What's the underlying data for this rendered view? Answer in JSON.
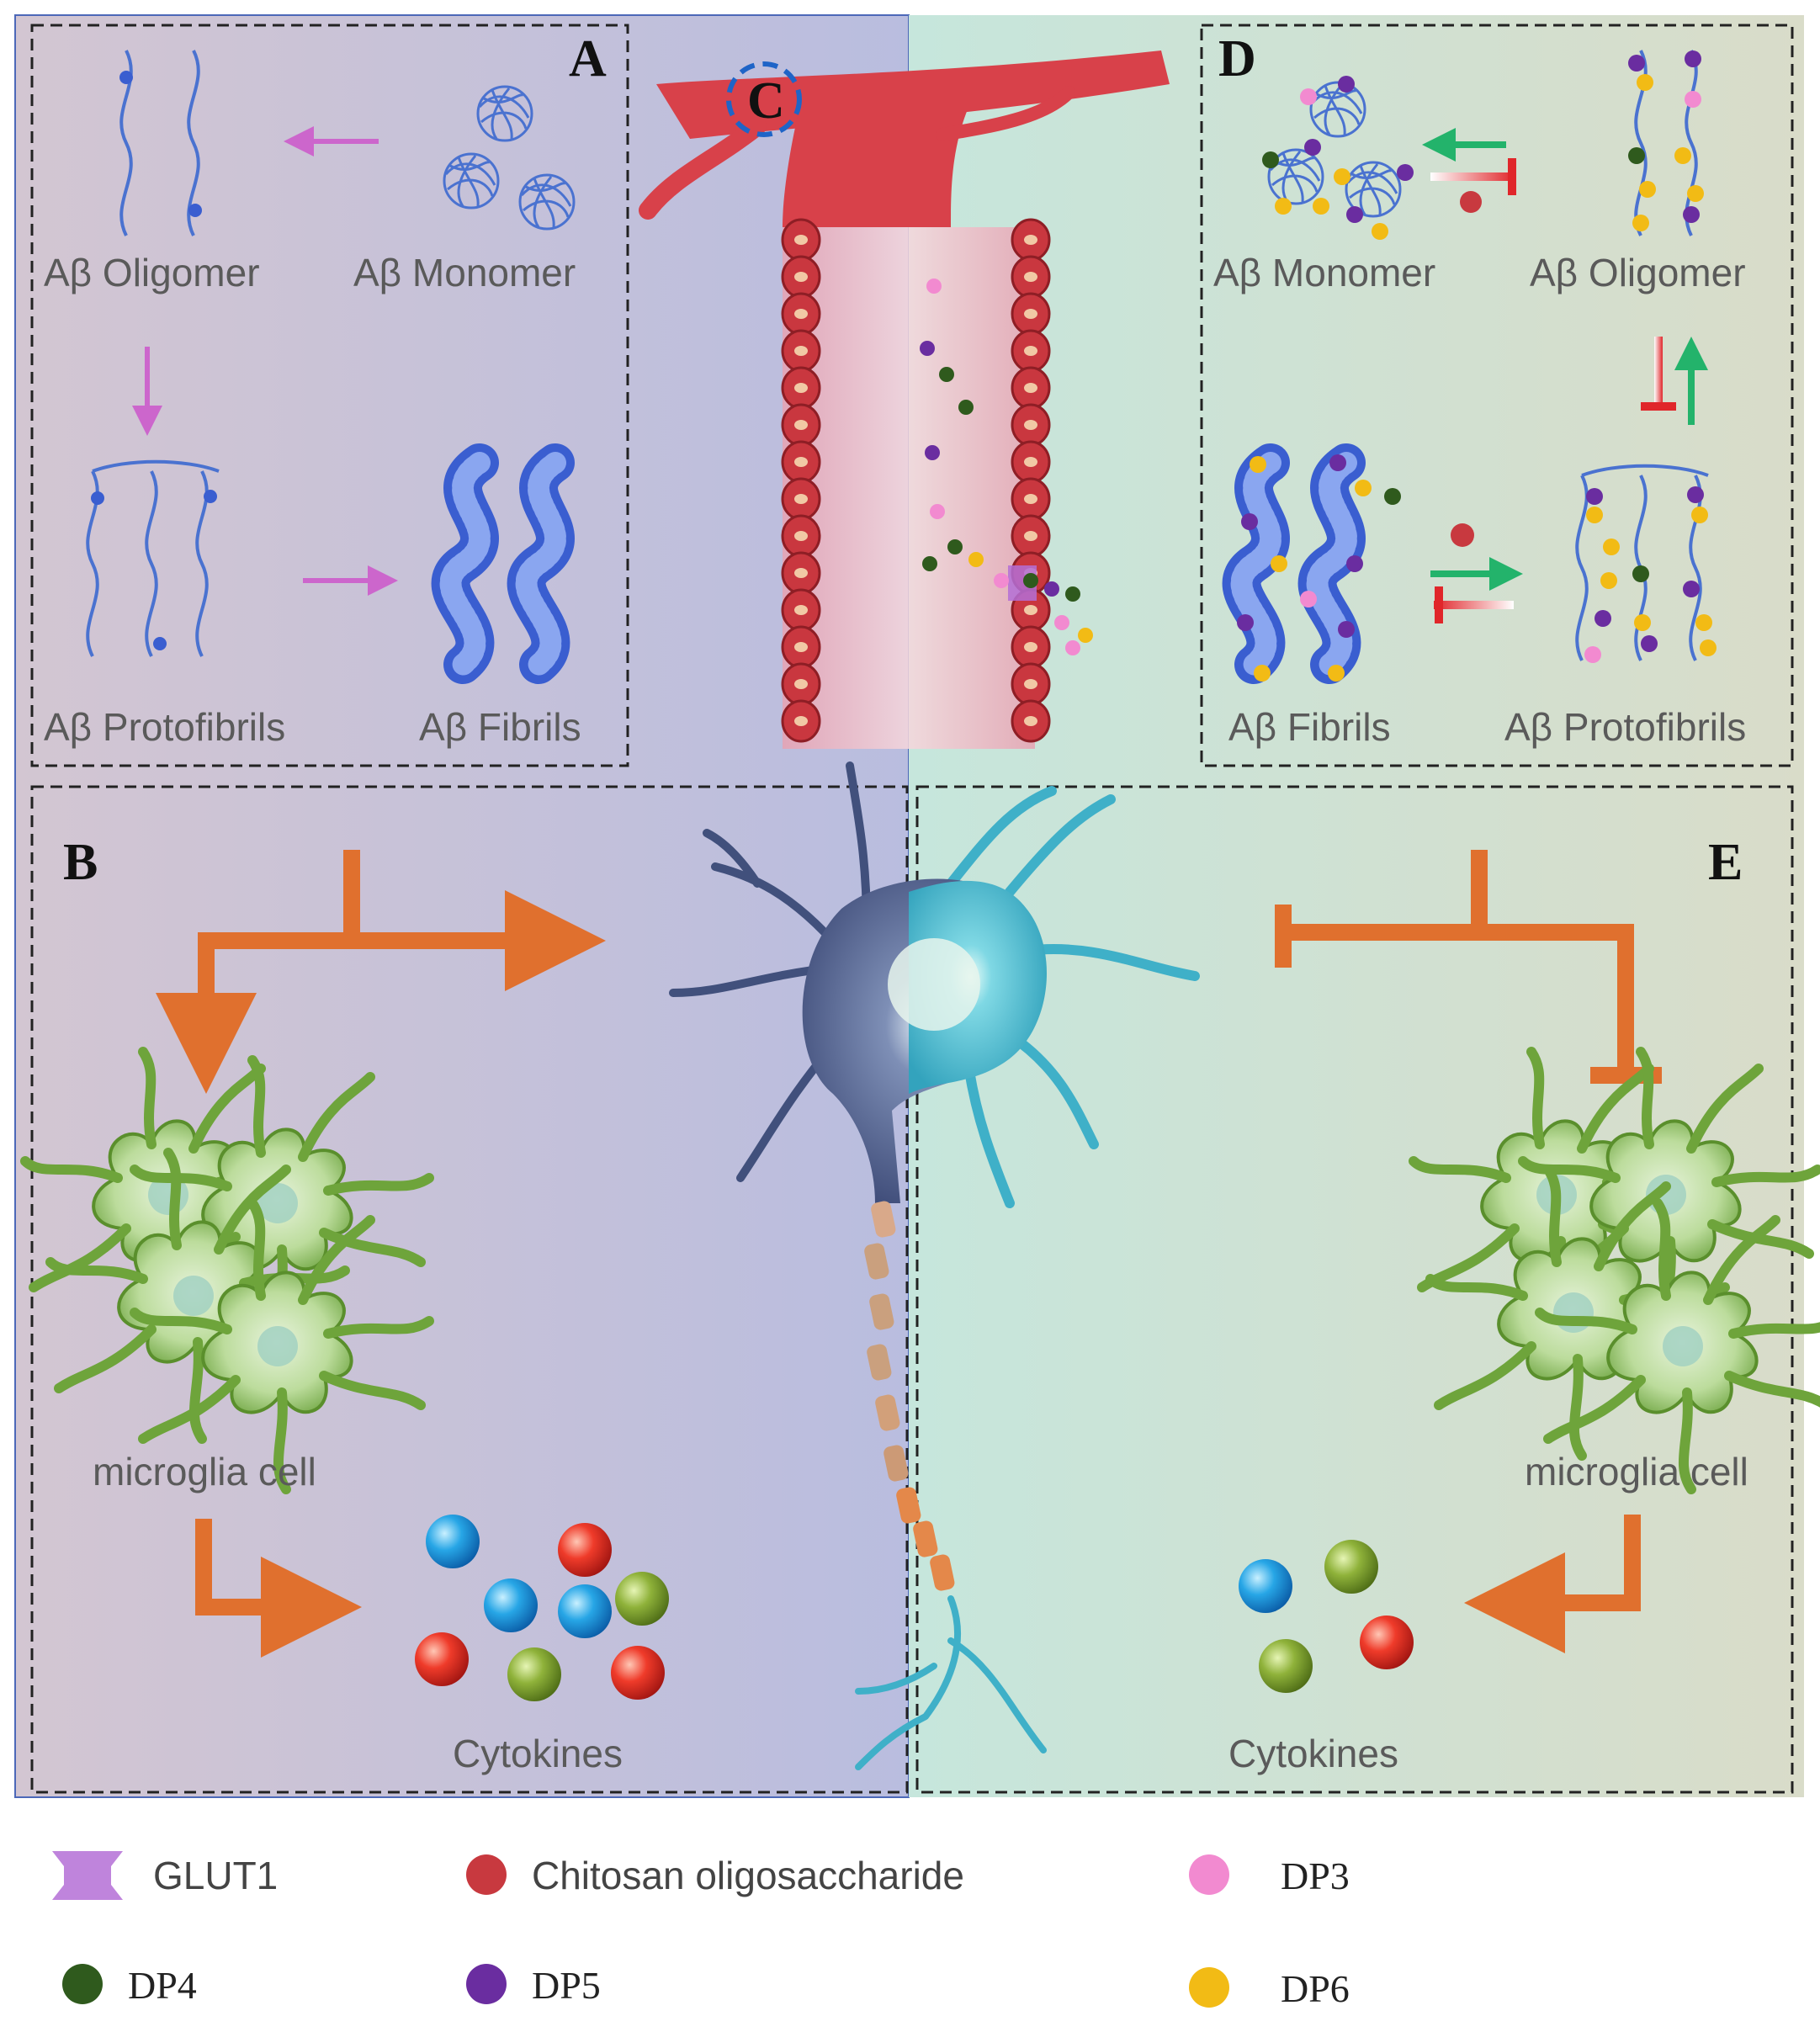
{
  "panels": {
    "A": {
      "letter": "A",
      "labels": {
        "oligomer": "Aβ Oligomer",
        "monomer": "Aβ Monomer",
        "protofibrils": "Aβ Protofibrils",
        "fibrils": "Aβ Fibrils"
      }
    },
    "B": {
      "letter": "B",
      "microglia": "microglia cell",
      "cytokines": "Cytokines"
    },
    "C": {
      "letter": "C"
    },
    "D": {
      "letter": "D",
      "labels": {
        "monomer": "Aβ Monomer",
        "oligomer": "Aβ Oligomer",
        "fibrils": "Aβ Fibrils",
        "protofibrils": "Aβ Protofibrils"
      }
    },
    "E": {
      "letter": "E",
      "microglia": "microglia cell",
      "cytokines": "Cytokines"
    }
  },
  "legend": [
    {
      "label": "GLUT1",
      "icon": "glut1-icon",
      "color": "#b46fd6"
    },
    {
      "label": "Chitosan oligosaccharide",
      "icon": "chitosan-icon",
      "color": "#c8393f"
    },
    {
      "label": "DP3",
      "icon": "dp3-dot",
      "color": "#f28ad0"
    },
    {
      "label": "DP4",
      "icon": "dp4-dot",
      "color": "#2f5a1d"
    },
    {
      "label": "DP5",
      "icon": "dp5-dot",
      "color": "#6a2da0"
    },
    {
      "label": "DP6",
      "icon": "dp6-dot",
      "color": "#f2bb15"
    }
  ],
  "colors": {
    "left_bg": "#c3c2dc",
    "right_bg": "#cfe3d6",
    "arrow_orange": "#e0702e",
    "arrow_magenta": "#cc66cc",
    "arrow_green": "#25b26b",
    "inhibit_red": "#e0262a",
    "vessel_red": "#d94a4f",
    "neuron_left": "#41507c",
    "neuron_right": "#3fb0c8",
    "microglia_green": "#7ab04a",
    "amyloid_blue": "#4a72d0"
  }
}
